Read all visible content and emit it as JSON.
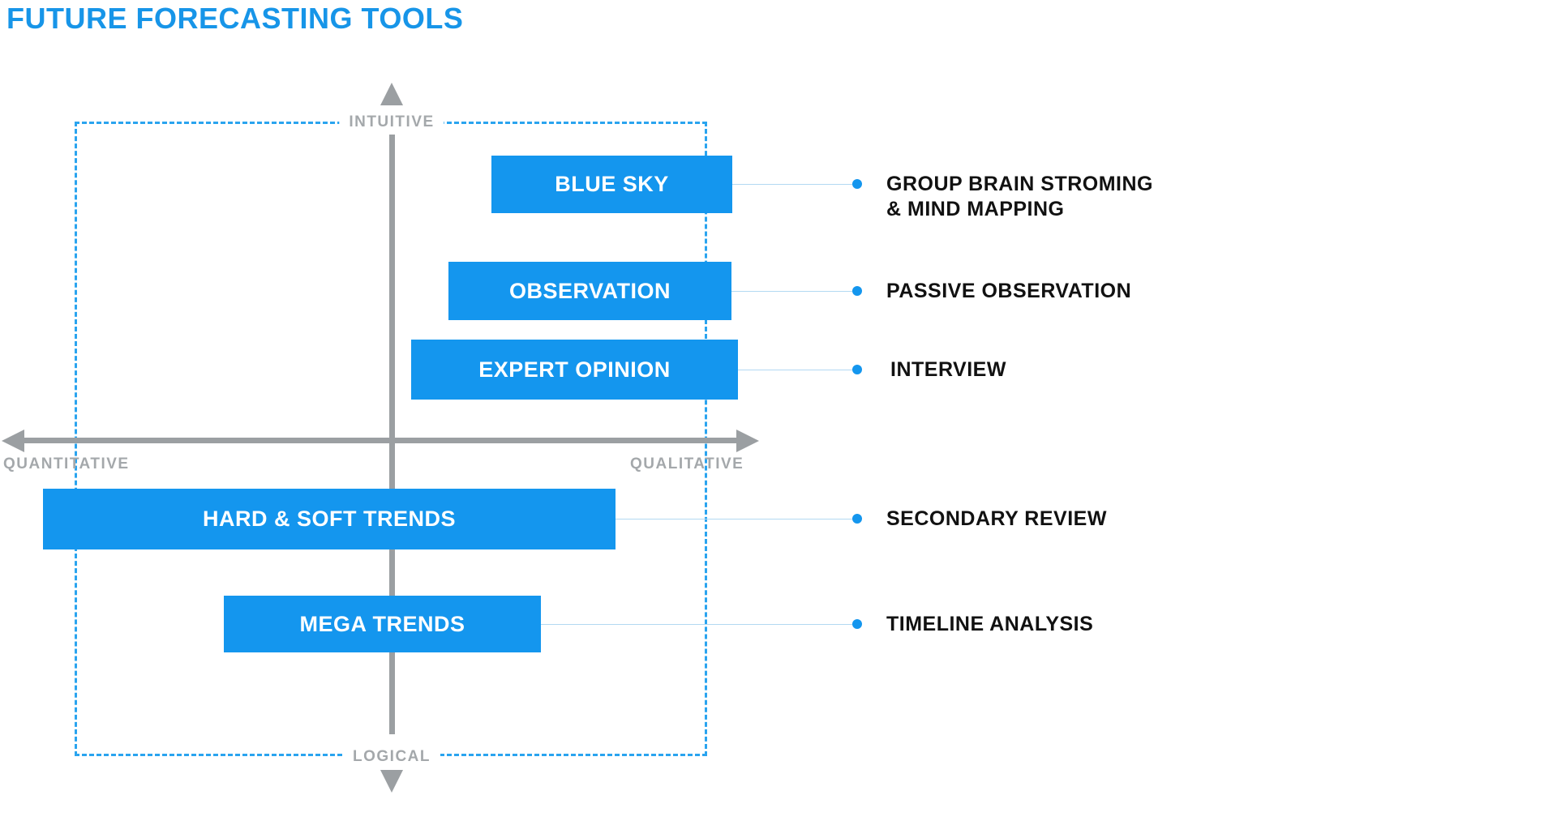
{
  "title": "FUTURE FORECASTING TOOLS",
  "axes": {
    "top": "INTUITIVE",
    "bottom": "LOGICAL",
    "left": "QUANTITATIVE",
    "right": "QUALITATIVE"
  },
  "rows": [
    {
      "box": "BLUE SKY",
      "note_line1": "GROUP BRAIN STROMING",
      "note_line2": "& MIND MAPPING"
    },
    {
      "box": "OBSERVATION",
      "note_line1": "PASSIVE OBSERVATION",
      "note_line2": ""
    },
    {
      "box": "EXPERT OPINION",
      "note_line1": "INTERVIEW",
      "note_line2": ""
    },
    {
      "box": "HARD & SOFT TRENDS",
      "note_line1": "SECONDARY REVIEW",
      "note_line2": ""
    },
    {
      "box": "MEGA TRENDS",
      "note_line1": "TIMELINE ANALYSIS",
      "note_line2": ""
    }
  ],
  "colors": {
    "accent_blue": "#1795e8",
    "box_blue": "#1496ee",
    "dash_blue": "#2aa4ef",
    "axis_gray": "#9b9fa2",
    "axis_label_gray": "#a4a8ab",
    "annotation_text": "#111111",
    "connector_blue": "#b3d9f2"
  }
}
